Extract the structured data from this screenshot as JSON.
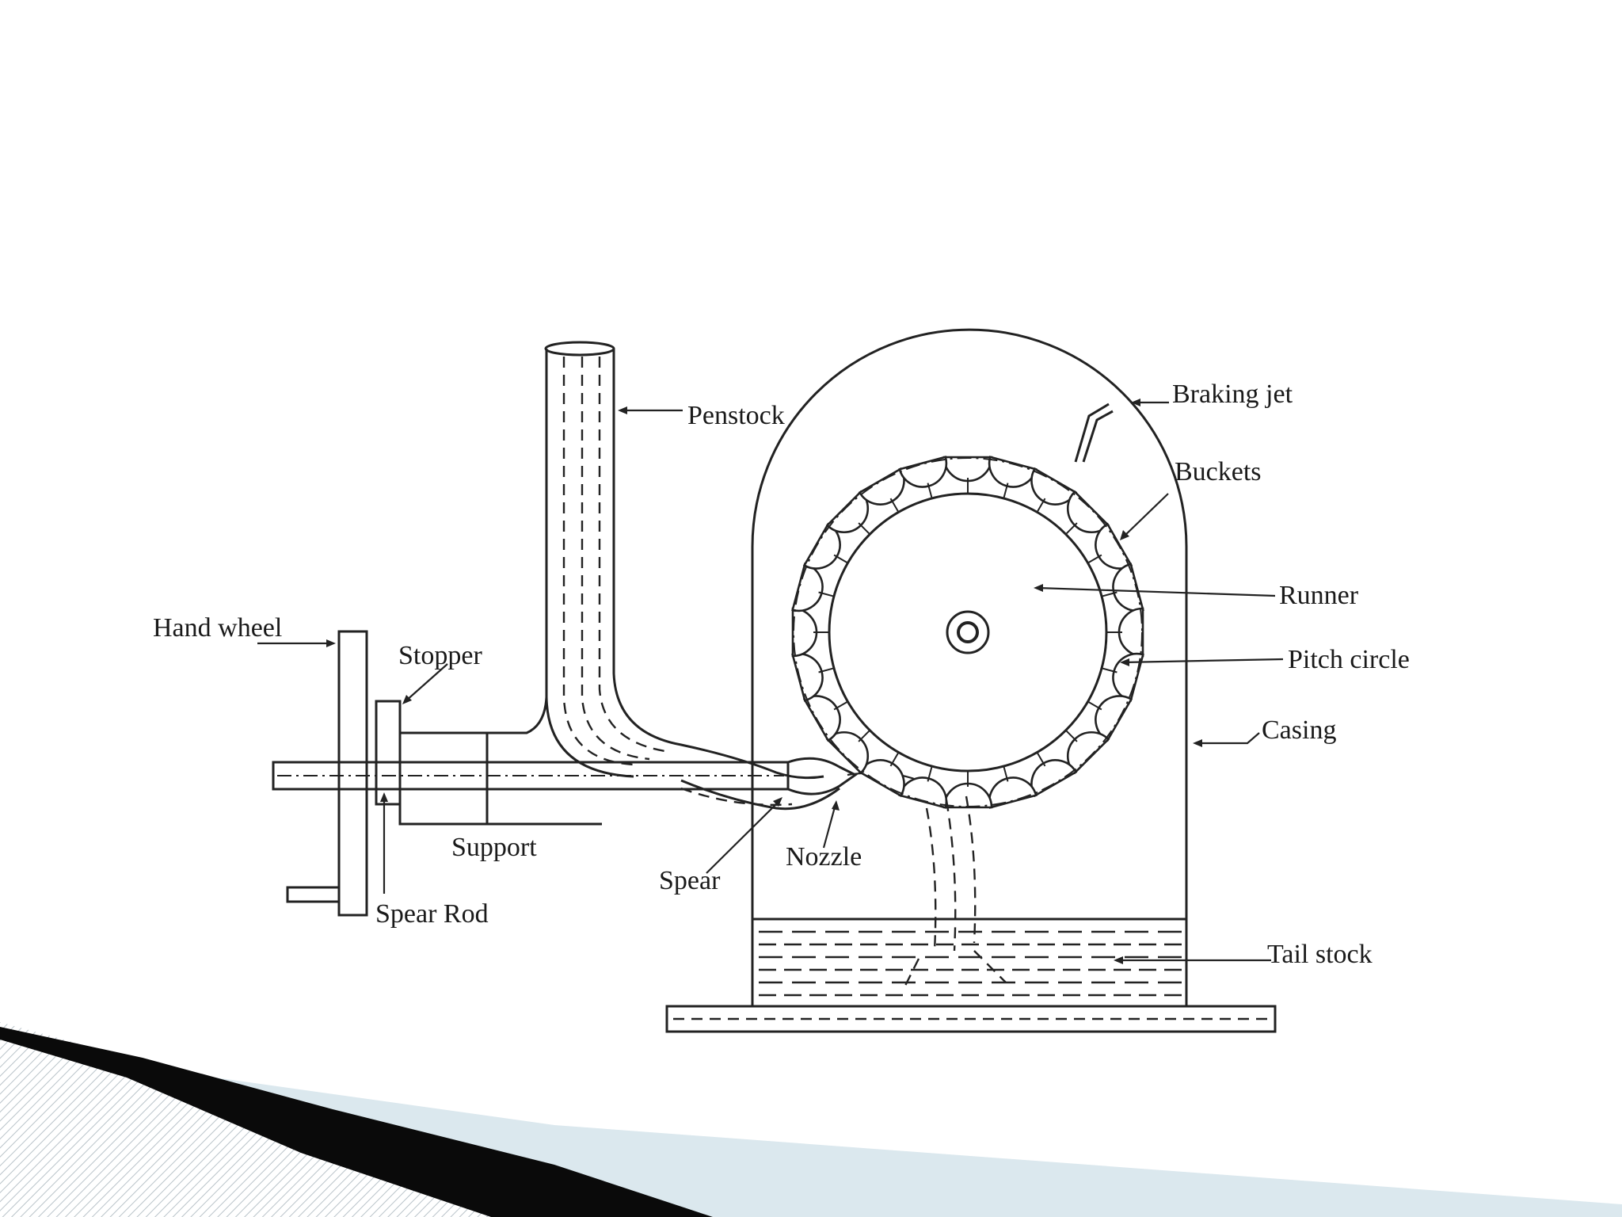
{
  "diagram": {
    "labels": {
      "penstock": "Penstock",
      "braking_jet": "Braking jet",
      "buckets": "Buckets",
      "runner": "Runner",
      "pitch_circle": "Pitch circle",
      "casing": "Casing",
      "hand_wheel": "Hand wheel",
      "stopper": "Stopper",
      "support": "Support",
      "spear": "Spear",
      "nozzle": "Nozzle",
      "spear_rod": "Spear Rod",
      "tail_stock": "Tail stock"
    },
    "bucket_count": 24
  },
  "colors": {
    "ink": "#222222",
    "background": "#ffffff",
    "ribbon_light": "#cfe1ea",
    "ribbon_dark": "#0a0a0a",
    "ribbon_hatch": "#b9c3c9"
  }
}
